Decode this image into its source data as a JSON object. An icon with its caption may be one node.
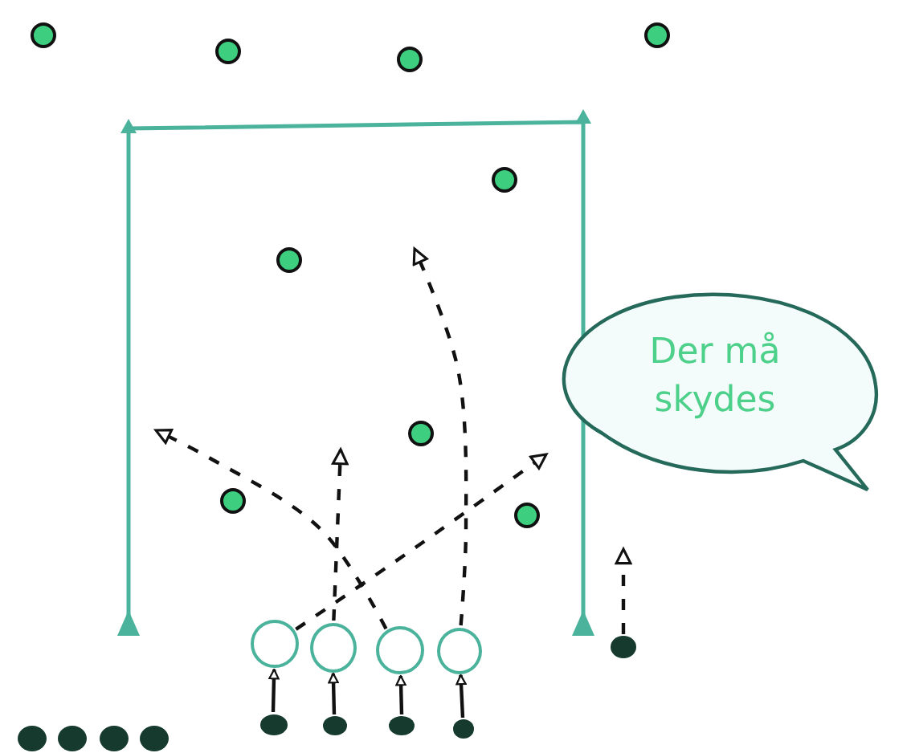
{
  "diagram": {
    "nodes": [
      {
        "text": [
          "Der må skydes"
        ]
      },
      {
        "text": [],
        "shape": "circle"
      },
      {
        "text": [],
        "shape": "circle"
      },
      {
        "text": [],
        "shape": "circle"
      },
      {
        "text": [],
        "shape": "circle"
      },
      {
        "text": [],
        "shape": "circle"
      },
      {
        "text": [],
        "shape": "circle"
      },
      {
        "text": [],
        "shape": "circle"
      },
      {
        "text": [],
        "shape": "circle"
      },
      {
        "text": [],
        "shape": "circle"
      }
    ],
    "edges": [
      {
        "from": 6,
        "to": 1,
        "arrow": "to"
      },
      {
        "from": 7,
        "to": 2,
        "arrow": "to"
      },
      {
        "from": 8,
        "to": 3,
        "arrow": "to"
      },
      {
        "from": 9,
        "to": 4,
        "arrow": "to"
      },
      {
        "from": 1,
        "to": null,
        "arrow": "to",
        "style": "dashed"
      },
      {
        "from": 2,
        "to": null,
        "arrow": "to",
        "style": "dashed"
      },
      {
        "from": 3,
        "to": null,
        "arrow": "to",
        "style": "dashed"
      },
      {
        "from": 4,
        "to": null,
        "arrow": "to",
        "style": "dashed"
      },
      {
        "from": 5,
        "to": null,
        "arrow": "to",
        "style": "dashed"
      }
    ]
  }
}
